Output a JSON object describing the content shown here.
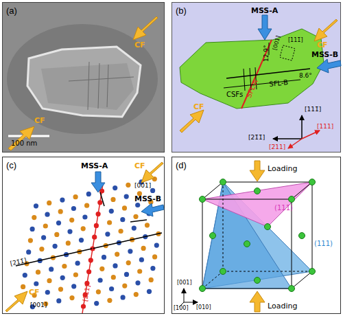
{
  "diagram": {
    "nodes": [
      {
        "text": [
          "(a)"
        ]
      },
      {
        "text": [
          "(b)"
        ]
      },
      {
        "text": [
          "(c)"
        ]
      },
      {
        "text": [
          "(d)"
        ]
      }
    ],
    "labels": [
      "CF",
      "CF",
      "100 nm",
      "MSS-A",
      "CF",
      "MSS-B",
      "CF",
      "SFL-A",
      "12.9°",
      "[001]",
      "[111̄]",
      "SFL-B",
      "8.6°",
      "CSFs",
      "[111̄]",
      "[21̄1̄]",
      "[111]",
      "[2̄11]",
      "MSS-A",
      "MSS-B",
      "CF",
      "[001]",
      "[21̄1̄]",
      "[2̄11]",
      "CF",
      "[001]",
      "Loading",
      "Loading",
      "(111̄)",
      "(111)",
      "[001]",
      "[100]",
      "[010]"
    ]
  }
}
